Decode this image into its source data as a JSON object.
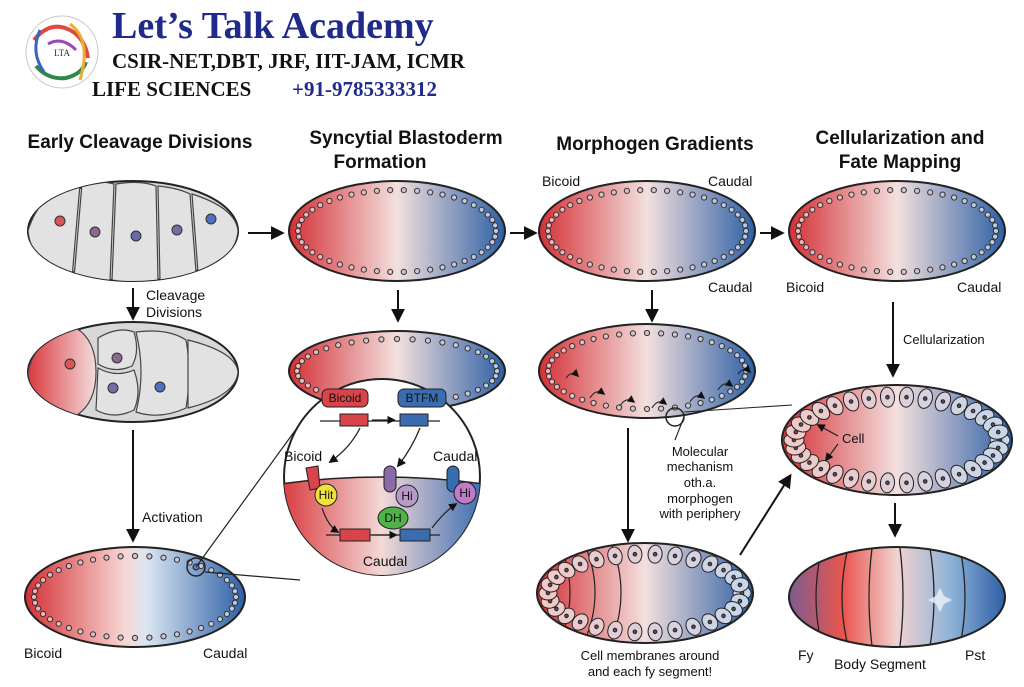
{
  "header": {
    "title": "Let’s Talk Academy",
    "subtitle": "CSIR-NET,DBT, JRF, IIT-JAM, ICMR",
    "line3": "LIFE SCIENCES",
    "phone": "+91-9785333312",
    "logo_text": "LTA"
  },
  "columns": {
    "col1": {
      "title": "Early Cleavage Divisions"
    },
    "col2": {
      "title_line1": "Syncytial Blastoderm",
      "title_line2": "Formation"
    },
    "col3": {
      "title": "Morphogen Gradients"
    },
    "col4": {
      "title_line1": "Cellularization and",
      "title_line2": "Fate Mapping"
    }
  },
  "labels": {
    "cleavage_line1": "Cleavage",
    "cleavage_line2": "Divisions",
    "activation": "Activation",
    "bicoid": "Bicoid",
    "caudal": "Caudal",
    "cellularization": "Cellularization",
    "cell": "Cell",
    "molecular_line1": "Molecular",
    "molecular_line2": "mechanism",
    "molecular_line3": "oth.a.",
    "molecular_line4": "morphogen",
    "molecular_line5": "with periphery",
    "membranes_line1": "Cell membranes around",
    "membranes_line2": "and each fy segment!",
    "fy": "Fy",
    "body_segment": "Body Segment",
    "pst": "Pst"
  },
  "inset": {
    "bicoid_box": "Bicoid",
    "btfm_box": "BTFM",
    "bicoid": "Bicoid",
    "caudal": "Caudal",
    "hit": "Hit",
    "hi_left": "Hi",
    "hi_right": "Hi",
    "dh": "DH",
    "caudal_bottom": "Caudal"
  },
  "colors": {
    "anterior_red": "#d9343a",
    "posterior_blue": "#2f63a8",
    "neutral": "#f4dcd8",
    "cell_gray": "#dcdcdc",
    "title_blue": "#1f2a8a"
  }
}
